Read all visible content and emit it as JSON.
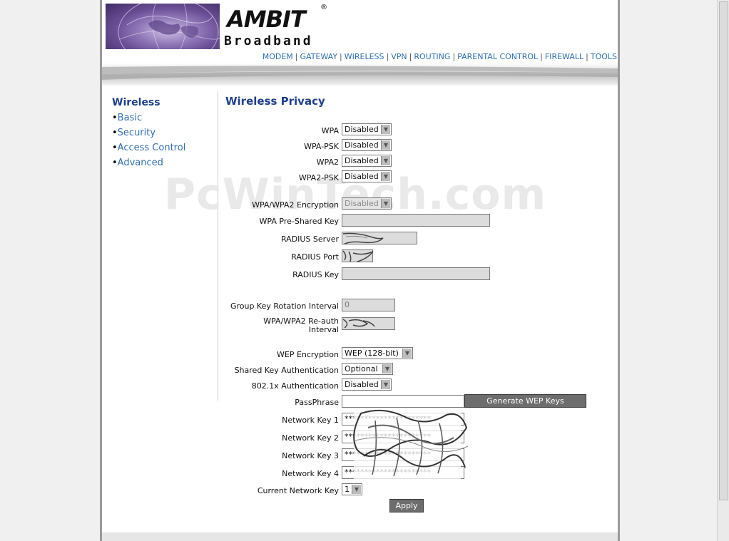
{
  "brand": {
    "name": "AMBIT",
    "registered": "®",
    "tagline": "Broadband"
  },
  "topnav": [
    "MODEM",
    "GATEWAY",
    "WIRELESS",
    "VPN",
    "ROUTING",
    "PARENTAL CONTROL",
    "FIREWALL",
    "TOOLS"
  ],
  "sidebar": {
    "title": "Wireless",
    "items": [
      "Basic",
      "Security",
      "Access Control",
      "Advanced"
    ]
  },
  "page": {
    "title": "Wireless Privacy",
    "watermark": "PcWinTech.com"
  },
  "form": {
    "wpa": {
      "label": "WPA",
      "value": "Disabled"
    },
    "wpa_psk": {
      "label": "WPA-PSK",
      "value": "Disabled"
    },
    "wpa2": {
      "label": "WPA2",
      "value": "Disabled"
    },
    "wpa2_psk": {
      "label": "WPA2-PSK",
      "value": "Disabled"
    },
    "wpa_encryption": {
      "label": "WPA/WPA2 Encryption",
      "value": "Disabled"
    },
    "psk": {
      "label": "WPA Pre-Shared Key",
      "value": ""
    },
    "radius_server": {
      "label": "RADIUS Server",
      "value": ""
    },
    "radius_port": {
      "label": "RADIUS Port",
      "value": ""
    },
    "radius_key": {
      "label": "RADIUS Key",
      "value": ""
    },
    "group_key": {
      "label": "Group Key Rotation Interval",
      "value": "0"
    },
    "reauth": {
      "label_line1": "WPA/WPA2 Re-auth",
      "label_line2": "Interval",
      "value": ""
    },
    "wep_encryption": {
      "label": "WEP Encryption",
      "value": "WEP (128-bit)"
    },
    "shared_key_auth": {
      "label": "Shared Key Authentication",
      "value": "Optional"
    },
    "dot1x_auth": {
      "label": "802.1x Authentication",
      "value": "Disabled"
    },
    "passphrase": {
      "label": "PassPhrase",
      "value": ""
    },
    "generate_button": "Generate WEP Keys",
    "network_key_1": {
      "label": "Network Key 1",
      "value": "**********************"
    },
    "network_key_2": {
      "label": "Network Key 2",
      "value": "**********************"
    },
    "network_key_3": {
      "label": "Network Key 3",
      "value": "**********************"
    },
    "network_key_4": {
      "label": "Network Key 4",
      "value": "**********************"
    },
    "current_key": {
      "label": "Current Network Key",
      "value": "1"
    },
    "apply_button": "Apply"
  }
}
